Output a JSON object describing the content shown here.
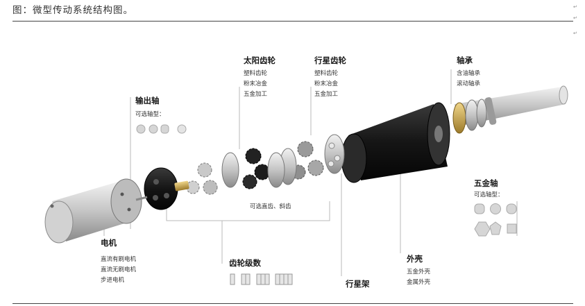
{
  "caption": "图：微型传动系统结构图。",
  "margin_marks": [
    "↵",
    "↵",
    "↵"
  ],
  "labels": {
    "output_shaft": {
      "title": "输出轴",
      "sub": "可选轴型："
    },
    "sun_gear": {
      "title": "太阳齿轮",
      "lines": [
        "塑料齿轮",
        "粉末冶金",
        "五金加工"
      ]
    },
    "planet_gear": {
      "title": "行星齿轮",
      "lines": [
        "塑料齿轮",
        "粉末冶金",
        "五金加工"
      ]
    },
    "bearing": {
      "title": "轴承",
      "lines": [
        "含油轴承",
        "滚动轴承"
      ]
    },
    "metal_shaft": {
      "title": "五金轴",
      "sub": "可选轴型："
    },
    "motor": {
      "title": "电机",
      "lines": [
        "直流有刷电机",
        "直流无刷电机",
        "步进电机"
      ]
    },
    "gear_stages": {
      "title": "齿轮级数"
    },
    "gear_option": {
      "text": "可选直齿、斜齿"
    },
    "carrier": {
      "title": "行星架"
    },
    "housing": {
      "title": "外壳",
      "lines": [
        "五金外壳",
        "金属外壳"
      ]
    }
  },
  "colors": {
    "metal": "#c9c9c9",
    "dark_part": "#1b1b1b",
    "brass": "#c8a24a",
    "leader": "#b8b8b8",
    "shape_fill": "#d6d6d6"
  }
}
